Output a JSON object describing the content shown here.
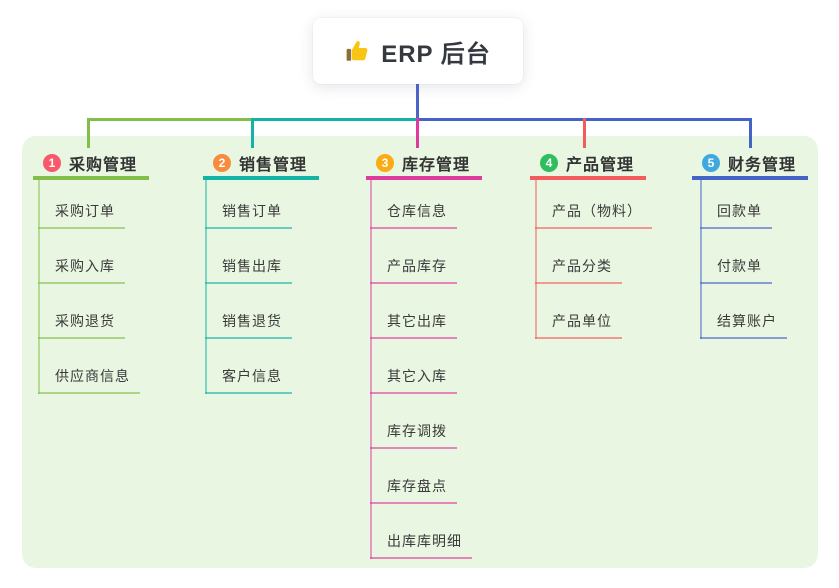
{
  "root": {
    "title": "ERP 后台",
    "icon": "thumbs-up-icon"
  },
  "branches": [
    {
      "num": "1",
      "label": "采购管理",
      "color": "#82BE49",
      "badge_color": "#F8596C",
      "children": [
        "采购订单",
        "采购入库",
        "采购退货",
        "供应商信息"
      ]
    },
    {
      "num": "2",
      "label": "销售管理",
      "color": "#13B3A6",
      "badge_color": "#F98B3C",
      "children": [
        "销售订单",
        "销售出库",
        "销售退货",
        "客户信息"
      ]
    },
    {
      "num": "3",
      "label": "库存管理",
      "color": "#DF3B9E",
      "badge_color": "#FBAC15",
      "children": [
        "仓库信息",
        "产品库存",
        "其它出库",
        "其它入库",
        "库存调拨",
        "库存盘点",
        "出库库明细"
      ]
    },
    {
      "num": "4",
      "label": "产品管理",
      "color": "#F45B5C",
      "badge_color": "#2EBE5D",
      "children": [
        "产品（物料）",
        "产品分类",
        "产品单位"
      ]
    },
    {
      "num": "5",
      "label": "财务管理",
      "color": "#4463C6",
      "badge_color": "#3FA8E0",
      "children": [
        "回款单",
        "付款单",
        "结算账户"
      ]
    }
  ],
  "colors": {
    "root_line": "#4E63C8",
    "panel_bg": "#E9F6E2",
    "text": "#333333",
    "thumb_yellow": "#F9C513",
    "thumb_cuff": "#8D6E33"
  }
}
